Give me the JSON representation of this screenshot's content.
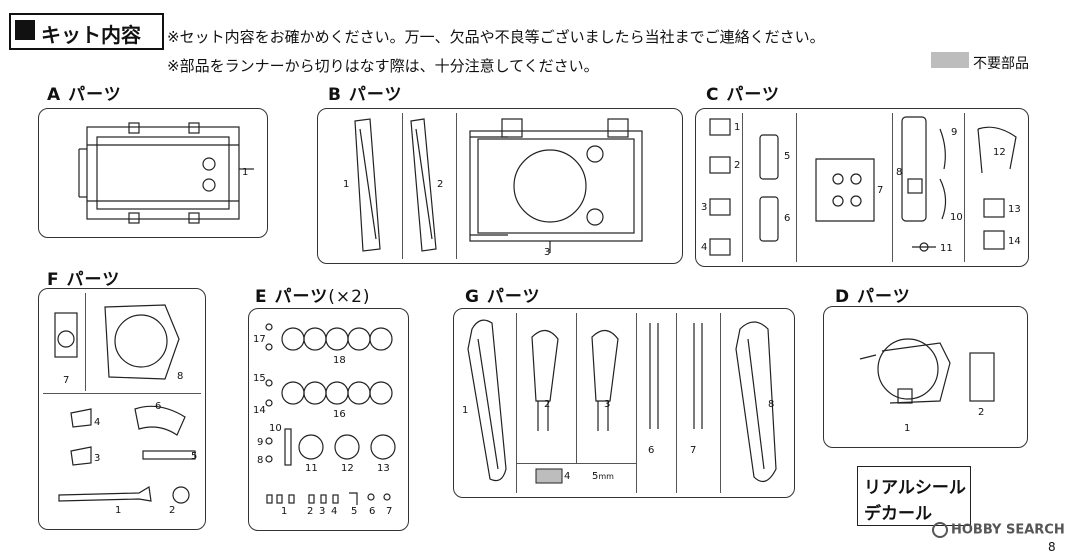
{
  "header": {
    "section_title": "キット内容",
    "note1": "※セット内容をお確かめください。万一、欠品や不良等ございましたら当社までご連絡ください。",
    "note2": "※部品をランナーから切りはなす際は、十分注意してください。",
    "legend_label": "不要部品",
    "legend_color": "#bdbdbd"
  },
  "sections": {
    "A": {
      "title": "A パーツ",
      "labels": [
        "1"
      ]
    },
    "B": {
      "title": "B パーツ",
      "labels": [
        "1",
        "2",
        "3"
      ]
    },
    "C": {
      "title": "C パーツ",
      "labels": [
        "1",
        "2",
        "3",
        "4",
        "5",
        "6",
        "7",
        "8",
        "9",
        "10",
        "11",
        "12",
        "13",
        "14"
      ]
    },
    "F": {
      "title": "F パーツ",
      "labels": [
        "7",
        "8",
        "6",
        "4",
        "3",
        "5",
        "1",
        "2"
      ]
    },
    "E": {
      "title": "E パーツ",
      "suffix": "(×2)",
      "labels": [
        "17",
        "18",
        "15",
        "14",
        "16",
        "10",
        "9",
        "8",
        "11",
        "12",
        "13",
        "1",
        "2",
        "3",
        "4",
        "5",
        "6",
        "7"
      ]
    },
    "G": {
      "title": "G パーツ",
      "labels": [
        "1",
        "2",
        "3",
        "6",
        "7",
        "8",
        "4",
        "5",
        "mm"
      ]
    },
    "D": {
      "title": "D パーツ",
      "labels": [
        "1",
        "2"
      ]
    }
  },
  "decal": {
    "line1": "リアルシール",
    "line2": "デカール"
  },
  "watermark": "HOBBY SEARCH",
  "page_number": "8"
}
